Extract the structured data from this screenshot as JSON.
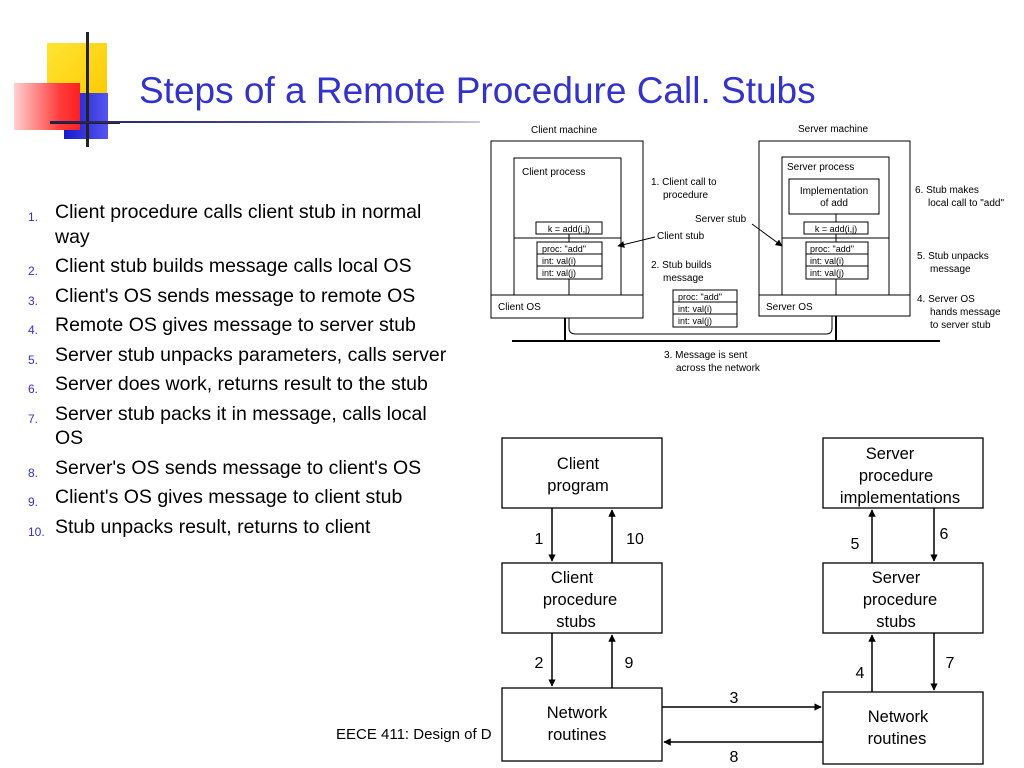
{
  "slide": {
    "title": "Steps of a Remote Procedure Call.  Stubs",
    "footer": "EECE 411: Design of D",
    "colors": {
      "title": "#3333cc",
      "deco_yellow": "#ffd000",
      "deco_red": "#ff3333",
      "deco_blue": "#2222cc"
    }
  },
  "steps": [
    {
      "num": "1.",
      "text": "Client procedure calls client stub in normal way"
    },
    {
      "num": "2.",
      "text": "Client stub builds message calls local OS"
    },
    {
      "num": "3.",
      "text": "Client's OS sends message to remote OS"
    },
    {
      "num": "4.",
      "text": "Remote OS gives message to server stub"
    },
    {
      "num": "5.",
      "text": "Server stub unpacks parameters, calls server"
    },
    {
      "num": "6.",
      "text": "Server does work, returns result to the stub"
    },
    {
      "num": "7.",
      "text": "Server stub packs it in message, calls local OS"
    },
    {
      "num": "8.",
      "text": "Server's OS sends message to client's OS"
    },
    {
      "num": "9.",
      "text": "Client's OS gives message to client stub"
    },
    {
      "num": "10.",
      "text": "Stub unpacks result, returns to client"
    }
  ],
  "top_diagram": {
    "client_machine": "Client machine",
    "server_machine": "Server machine",
    "client_process": "Client process",
    "server_process": "Server process",
    "implementation_line1": "Implementation",
    "implementation_line2": "of add",
    "client_call": "k = add(i,j)",
    "server_call": "k = add(i,j)",
    "msg_proc": "proc: \"add\"",
    "msg_int_i": "int:     val(i)",
    "msg_int_j": "int:     val(j)",
    "client_os": "Client OS",
    "server_os": "Server OS",
    "ann1_line1": "1. Client call to",
    "ann1_line2": "procedure",
    "client_stub": "Client stub",
    "server_stub": "Server stub",
    "ann2_line1": "2. Stub builds",
    "ann2_line2": "message",
    "ann3_line1": "3. Message is sent",
    "ann3_line2": "across the network",
    "ann4_line1": "4. Server OS",
    "ann4_line2": "hands message",
    "ann4_line3": "to server stub",
    "ann5_line1": "5. Stub unpacks",
    "ann5_line2": "message",
    "ann6_line1": "6. Stub makes",
    "ann6_line2": "local call to \"add\""
  },
  "bottom_diagram": {
    "client_program": [
      "Client",
      "program"
    ],
    "client_stubs": [
      "Client",
      "procedure",
      "stubs"
    ],
    "client_network": [
      "Network",
      "routines"
    ],
    "server_impl": [
      "Server",
      "procedure",
      "implementations"
    ],
    "server_stubs": [
      "Server",
      "procedure",
      "stubs"
    ],
    "server_network": [
      "Network",
      "routines"
    ],
    "arrows": {
      "a1": "1",
      "a2": "2",
      "a3": "3",
      "a4": "4",
      "a5": "5",
      "a6": "6",
      "a7": "7",
      "a8": "8",
      "a9": "9",
      "a10": "10"
    }
  }
}
